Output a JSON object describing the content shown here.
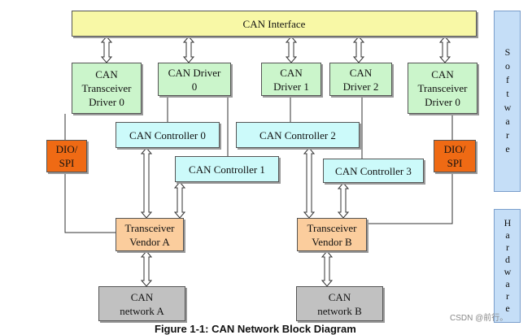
{
  "diagram": {
    "can_interface": "CAN Interface",
    "trcv_driver_left": "CAN\nTransceiver\nDriver 0",
    "can_driver_0": "CAN Driver\n0",
    "can_driver_1": "CAN\nDriver 1",
    "can_driver_2": "CAN\nDriver 2",
    "trcv_driver_right": "CAN\nTransceiver\nDriver 0",
    "can_controller_0": "CAN Controller 0",
    "can_controller_1": "CAN Controller 1",
    "can_controller_2": "CAN Controller 2",
    "can_controller_3": "CAN Controller 3",
    "dio_spi_left": "DIO/\nSPI",
    "dio_spi_right": "DIO/\nSPI",
    "transceiver_a": "Transceiver\nVendor A",
    "transceiver_b": "Transceiver\nVendor B",
    "network_a": "CAN\nnetwork A",
    "network_b": "CAN\nnetwork B",
    "software_label": "Software",
    "hardware_label": "Hardware",
    "caption": "Figure 1-1: CAN Network Block Diagram",
    "watermark": "CSDN @前行。"
  },
  "colors": {
    "interface": "#f8f8a6",
    "driver": "#cbf5cb",
    "controller": "#ccfafa",
    "dio_spi": "#ef6a14",
    "transceiver": "#fbcd9d",
    "network": "#c1c1c1",
    "side_panel": "#c5def7"
  }
}
